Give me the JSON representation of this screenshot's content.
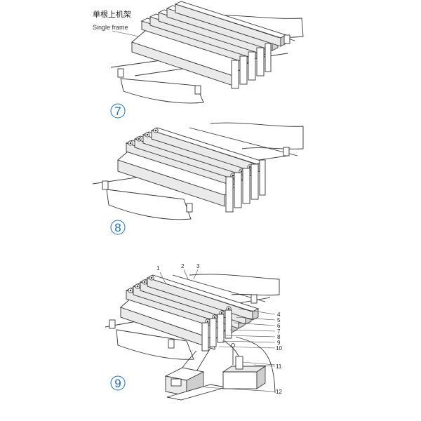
{
  "labels": {
    "cn_title": "单根上机架",
    "en_title": "Single frame"
  },
  "steps": [
    "7",
    "8",
    "9"
  ],
  "callouts": [
    "1",
    "2",
    "3",
    "4",
    "5",
    "6",
    "7",
    "8",
    "9",
    "10",
    "11",
    "12"
  ],
  "colors": {
    "step_circle": "#1a6fb8",
    "line": "#333333"
  }
}
